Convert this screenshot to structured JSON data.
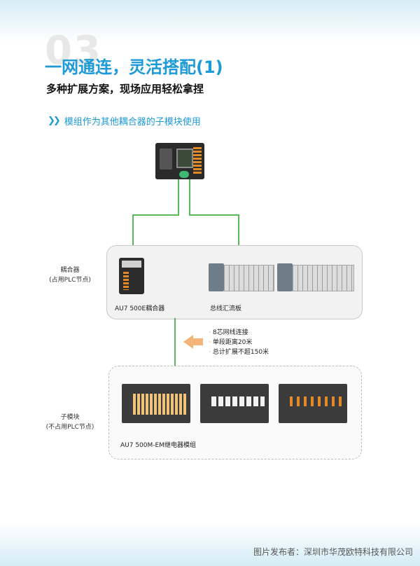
{
  "header": {
    "big_number": "03",
    "title": "一网通连，灵活搭配(1)",
    "subtitle": "多种扩展方案，现场应用轻松拿捏",
    "section_heading": "模组作为其他耦合器的子模块使用"
  },
  "coupler_group": {
    "side_label_line1": "耦合器",
    "side_label_line2": "(占用PLC节点)",
    "coupler_caption": "AU7 500E耦合器",
    "busboard_caption": "总线汇流板"
  },
  "notes": [
    "8芯网线连接",
    "单段距离20米",
    "总计扩展不超150米"
  ],
  "submodule_group": {
    "side_label_line1": "子模块",
    "side_label_line2": "(不占用PLC节点)",
    "caption": "AU7 500M-EM继电器模组"
  },
  "footer": "图片发布者：深圳市华茂欧特科技有限公司",
  "colors": {
    "accent": "#1e9ad6",
    "wire": "#5cb85c",
    "arrow": "#f0841c"
  }
}
